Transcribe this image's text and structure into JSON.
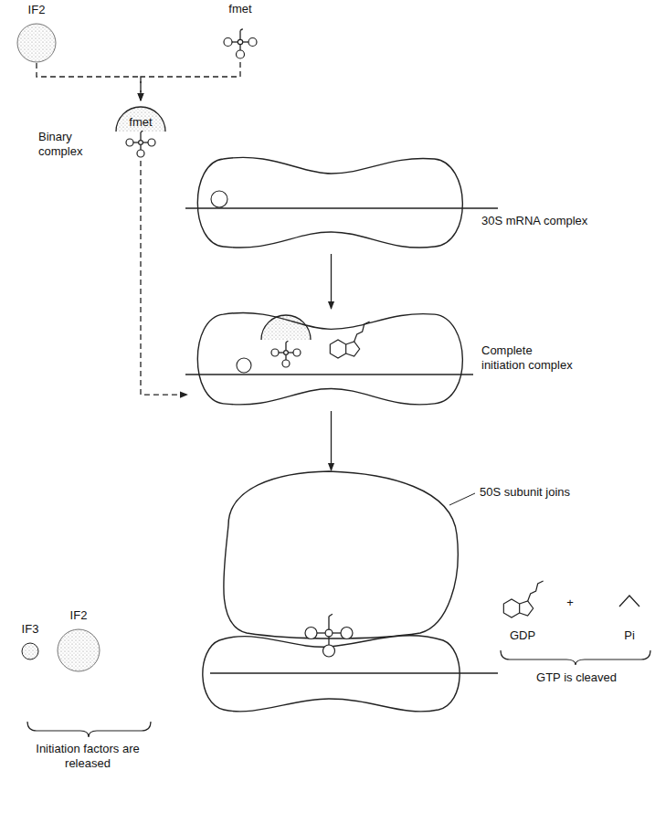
{
  "diagram": {
    "nodes": [
      {
        "text": [
          "IF2"
        ]
      },
      {
        "text": [
          "fmet"
        ]
      },
      {
        "text": [
          "fmet",
          "Binary complex"
        ]
      },
      {
        "text": [
          "30S mRNA complex"
        ]
      },
      {
        "text": [
          "Complete initiation complex"
        ]
      },
      {
        "text": [
          "50S subunit joins"
        ]
      },
      {
        "text": [
          "IF3"
        ]
      },
      {
        "text": [
          "IF2"
        ]
      },
      {
        "text": [
          "GDP"
        ]
      },
      {
        "text": [
          "Pi"
        ]
      }
    ],
    "edges": [
      {
        "from": 0,
        "to": 2,
        "arrow": "to"
      },
      {
        "from": 1,
        "to": 2,
        "arrow": "to"
      },
      {
        "from": 2,
        "to": 4,
        "arrow": "to"
      },
      {
        "from": 3,
        "to": 4,
        "arrow": "to"
      },
      {
        "from": 4,
        "to": 5,
        "arrow": "to"
      }
    ],
    "labels": [
      "+",
      "Initiation factors are released",
      "GTP is cleaved"
    ]
  }
}
